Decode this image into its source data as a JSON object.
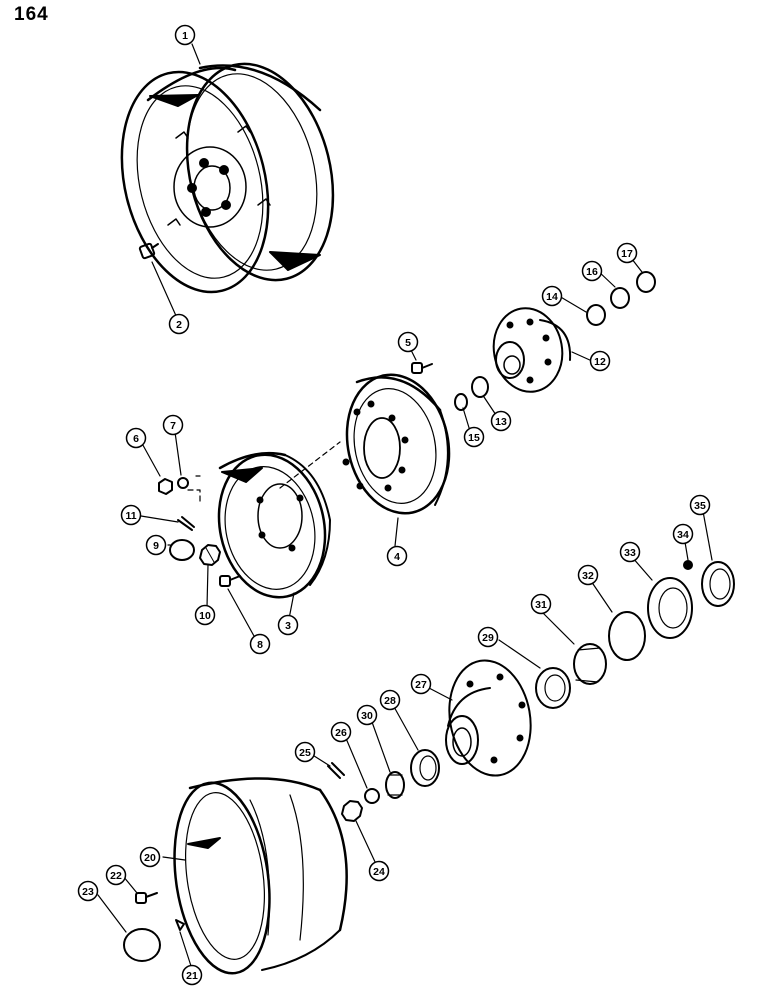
{
  "page_number": "164",
  "colors": {
    "ink": "#000000",
    "paper": "#ffffff"
  },
  "callouts": [
    "1",
    "2",
    "3",
    "4",
    "5",
    "6",
    "7",
    "8",
    "9",
    "10",
    "11",
    "12",
    "13",
    "14",
    "15",
    "16",
    "17",
    "20",
    "21",
    "22",
    "23",
    "24",
    "25",
    "26",
    "27",
    "28",
    "29",
    "30",
    "31",
    "32",
    "33",
    "34",
    "35"
  ]
}
